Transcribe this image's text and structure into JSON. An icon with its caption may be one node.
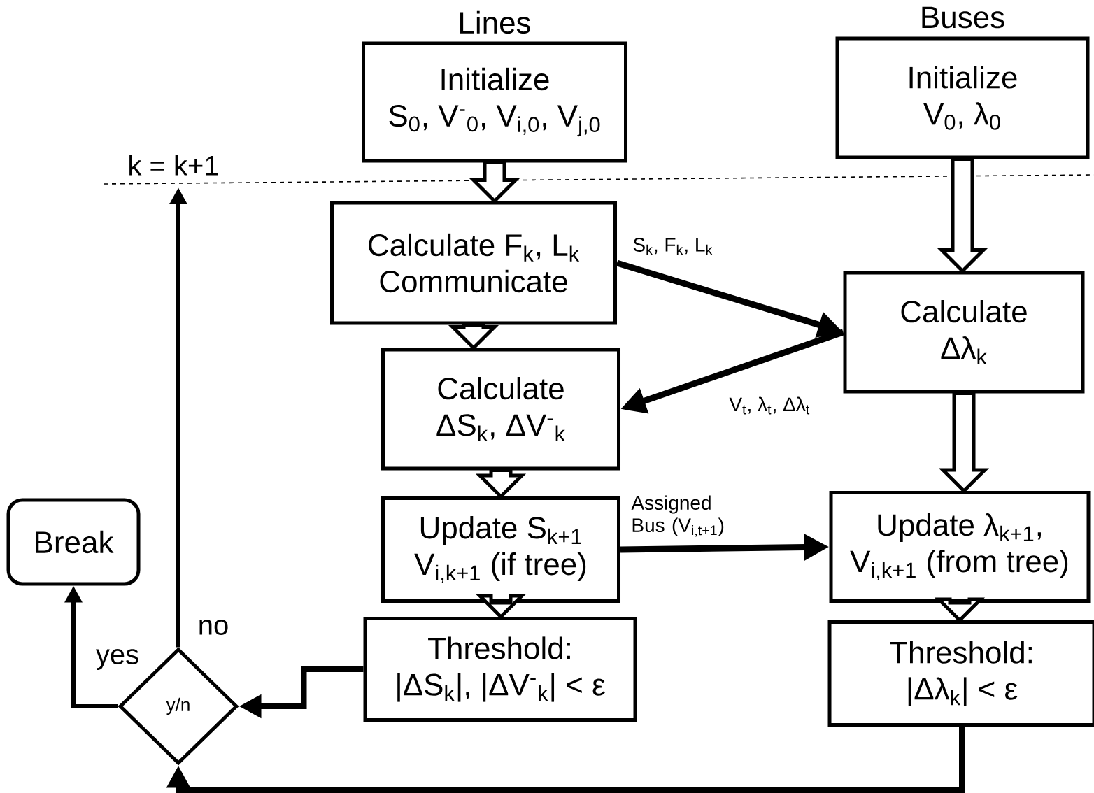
{
  "diagram": {
    "nodes": [
      {
        "text": [
          "Lines",
          "Initialize",
          "S$_{0}$, V$^{-}$$_{0}$, V$_{i,0}$, V$_{j,0}$"
        ]
      },
      {
        "text": [
          "Buses",
          "Initialize",
          "V$_{0}$, λ$_{0}$"
        ]
      },
      {
        "text": [
          "Calculate F$_{k}$, L$_{k}$",
          "Communicate"
        ]
      },
      {
        "text": [
          "Calculate",
          "Δλ$_{k}$"
        ]
      },
      {
        "text": [
          "Calculate",
          "ΔS$_{k}$, ΔV$^{-}$$_{k}$"
        ]
      },
      {
        "text": [
          "Update S$_{k+1}$",
          "V$_{i,k+1}$ (if tree)"
        ]
      },
      {
        "text": [
          "Update λ$_{k+1}$,",
          "V$_{i,k+1}$ (from tree)"
        ]
      },
      {
        "text": [
          "Threshold:",
          "|ΔS$_{k}$|, |ΔV$^{-}$$_{k}$| < ε"
        ]
      },
      {
        "text": [
          "Threshold:",
          "|Δλ$_{k}$| < ε"
        ]
      },
      {
        "text": [
          "Break"
        ]
      },
      {
        "text": [
          "y/n"
        ]
      }
    ],
    "edges": [
      {
        "from": 0,
        "to": 2,
        "arrow": "to"
      },
      {
        "from": 1,
        "to": 3,
        "arrow": "to"
      },
      {
        "from": 2,
        "to": 3,
        "arrow": "to",
        "label": "S$_{k}$, F$_{k}$, L$_{k}$"
      },
      {
        "from": 3,
        "to": 4,
        "arrow": "to",
        "label": "V$_{t}$, λ$_{t}$, Δλ$_{t}$"
      },
      {
        "from": 2,
        "to": 4,
        "arrow": "to"
      },
      {
        "from": 4,
        "to": 5,
        "arrow": "to"
      },
      {
        "from": 3,
        "to": 6,
        "arrow": "to"
      },
      {
        "from": 5,
        "to": 6,
        "arrow": "to",
        "label": "Assigned Bus (V$_{i,t+1}$)"
      },
      {
        "from": 5,
        "to": 7,
        "arrow": "to"
      },
      {
        "from": 6,
        "to": 8,
        "arrow": "to"
      },
      {
        "from": 7,
        "to": 10,
        "arrow": "to"
      },
      {
        "from": 8,
        "to": 10,
        "arrow": "to"
      },
      {
        "from": 10,
        "to": 9,
        "arrow": "to",
        "label": "yes"
      },
      {
        "from": 10,
        "to": null,
        "arrow": "to",
        "label": "no"
      }
    ],
    "labels": [
      "k = k+1"
    ]
  }
}
